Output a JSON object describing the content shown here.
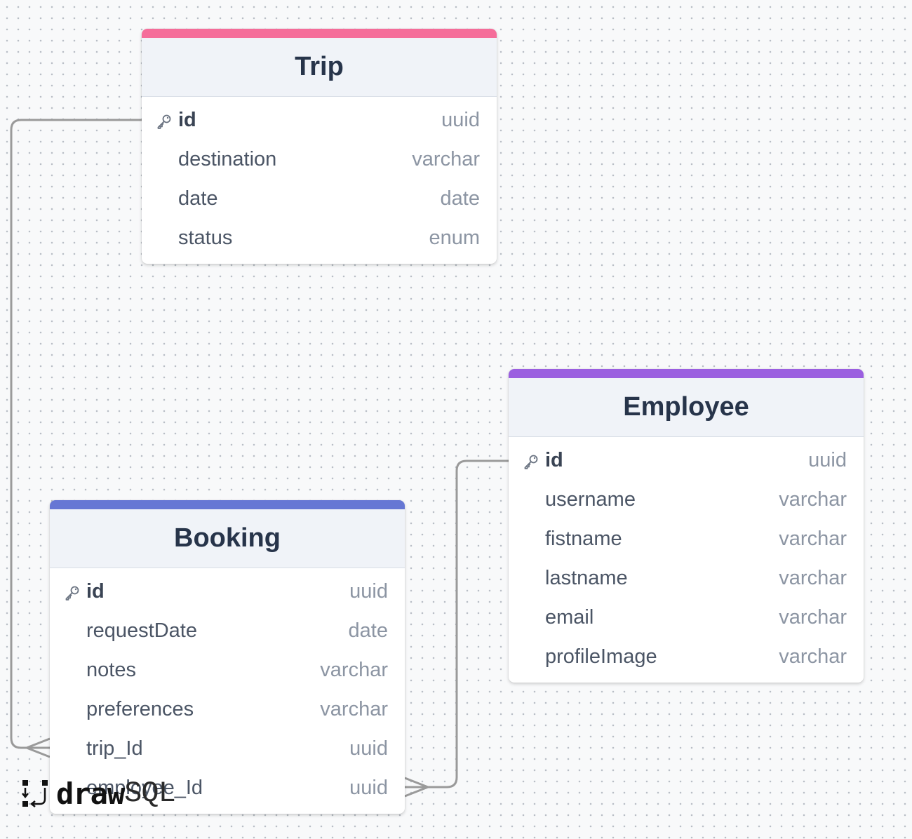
{
  "tables": {
    "trip": {
      "name": "Trip",
      "accent": "#f56d9a",
      "columns": [
        {
          "name": "id",
          "type": "uuid",
          "pk": true
        },
        {
          "name": "destination",
          "type": "varchar"
        },
        {
          "name": "date",
          "type": "date"
        },
        {
          "name": "status",
          "type": "enum"
        }
      ]
    },
    "employee": {
      "name": "Employee",
      "accent": "#9b5fe0",
      "columns": [
        {
          "name": "id",
          "type": "uuid",
          "pk": true
        },
        {
          "name": "username",
          "type": "varchar"
        },
        {
          "name": "fistname",
          "type": "varchar"
        },
        {
          "name": "lastname",
          "type": "varchar"
        },
        {
          "name": "email",
          "type": "varchar"
        },
        {
          "name": "profileImage",
          "type": "varchar"
        }
      ]
    },
    "booking": {
      "name": "Booking",
      "accent": "#6677d4",
      "columns": [
        {
          "name": "id",
          "type": "uuid",
          "pk": true
        },
        {
          "name": "requestDate",
          "type": "date"
        },
        {
          "name": "notes",
          "type": "varchar"
        },
        {
          "name": "preferences",
          "type": "varchar"
        },
        {
          "name": "trip_Id",
          "type": "uuid"
        },
        {
          "name": "employee_Id",
          "type": "uuid"
        }
      ]
    }
  },
  "relationships": [
    {
      "from": "trip.id",
      "to": "booking.trip_Id",
      "cardinality": "one-to-many"
    },
    {
      "from": "employee.id",
      "to": "booking.employee_Id",
      "cardinality": "one-to-many"
    }
  ],
  "watermark": {
    "bold": "draw",
    "light": "SQL"
  },
  "icons": {
    "primary_key": "key-icon",
    "logo": "drawsql-logo-icon"
  },
  "connector_color": "#9a9a9a"
}
